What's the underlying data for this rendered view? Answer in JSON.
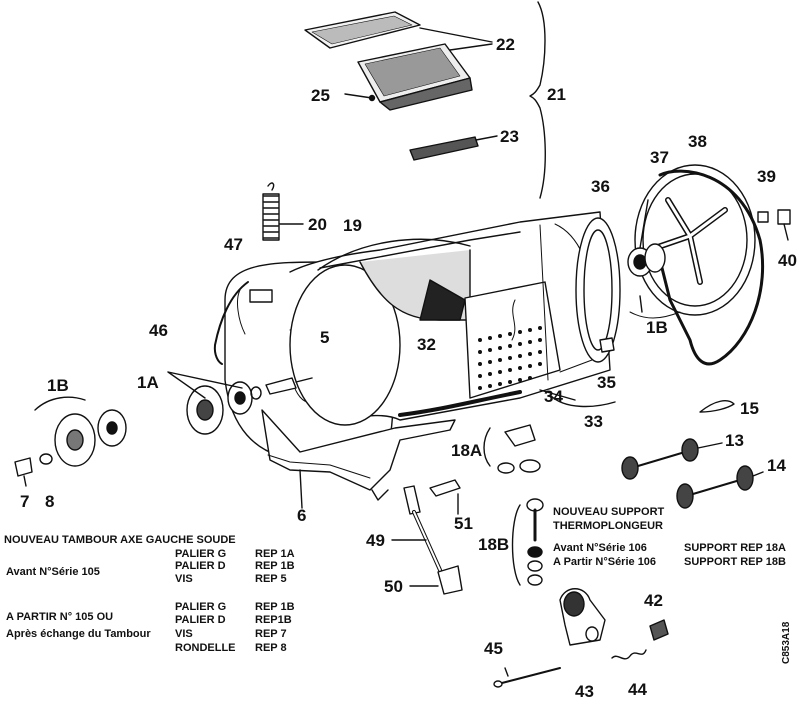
{
  "parts": [
    {
      "id": "p22",
      "label": "22"
    },
    {
      "id": "p25",
      "label": "25"
    },
    {
      "id": "p21",
      "label": "21"
    },
    {
      "id": "p23",
      "label": "23"
    },
    {
      "id": "p36",
      "label": "36"
    },
    {
      "id": "p37",
      "label": "37"
    },
    {
      "id": "p38",
      "label": "38"
    },
    {
      "id": "p39",
      "label": "39"
    },
    {
      "id": "p40",
      "label": "40"
    },
    {
      "id": "p20",
      "label": "20"
    },
    {
      "id": "p19",
      "label": "19"
    },
    {
      "id": "p47",
      "label": "47"
    },
    {
      "id": "p46",
      "label": "46"
    },
    {
      "id": "p5",
      "label": "5"
    },
    {
      "id": "p32",
      "label": "32"
    },
    {
      "id": "p1B_right",
      "label": "1B"
    },
    {
      "id": "p1A",
      "label": "1A"
    },
    {
      "id": "p1B_left",
      "label": "1B"
    },
    {
      "id": "p35",
      "label": "35"
    },
    {
      "id": "p34",
      "label": "34"
    },
    {
      "id": "p33",
      "label": "33"
    },
    {
      "id": "p15",
      "label": "15"
    },
    {
      "id": "p13",
      "label": "13"
    },
    {
      "id": "p14",
      "label": "14"
    },
    {
      "id": "p18A",
      "label": "18A"
    },
    {
      "id": "p7",
      "label": "7"
    },
    {
      "id": "p8",
      "label": "8"
    },
    {
      "id": "p6",
      "label": "6"
    },
    {
      "id": "p51",
      "label": "51"
    },
    {
      "id": "p49",
      "label": "49"
    },
    {
      "id": "p18B",
      "label": "18B"
    },
    {
      "id": "p50",
      "label": "50"
    },
    {
      "id": "p42",
      "label": "42"
    },
    {
      "id": "p45",
      "label": "45"
    },
    {
      "id": "p43",
      "label": "43"
    },
    {
      "id": "p44",
      "label": "44"
    }
  ],
  "notes": {
    "left_title": "NOUVEAU TAMBOUR AXE GAUCHE SOUDE",
    "avant_serie": "Avant N°Série   105",
    "palier_g_1": "PALIER G",
    "rep_1a": "REP 1A",
    "palier_d_1": "PALIER D",
    "rep_1b_1": "REP 1B",
    "vis_1": "VIS",
    "rep_5": "REP  5",
    "a_partir": "A PARTIR N° 105  OU",
    "apres_echange": "Après échange du Tambour",
    "palier_g_2": "PALIER G",
    "rep_1b_2": "REP 1B",
    "palier_d_2": "PALIER D",
    "rep_1b_3": "REP1B",
    "vis_2": "VIS",
    "rep_7": "REP 7",
    "rondelle": "RONDELLE",
    "rep_8": "REP 8",
    "support_title_1": "NOUVEAU SUPPORT",
    "support_title_2": "THERMOPLONGEUR",
    "support_avant": "Avant N°Série 106",
    "support_rep_18a": "SUPPORT REP 18A",
    "support_apartir": "A Partir N°Série 106",
    "support_rep_18b": "SUPPORT REP 18B",
    "drawing_code": "C853A18"
  }
}
